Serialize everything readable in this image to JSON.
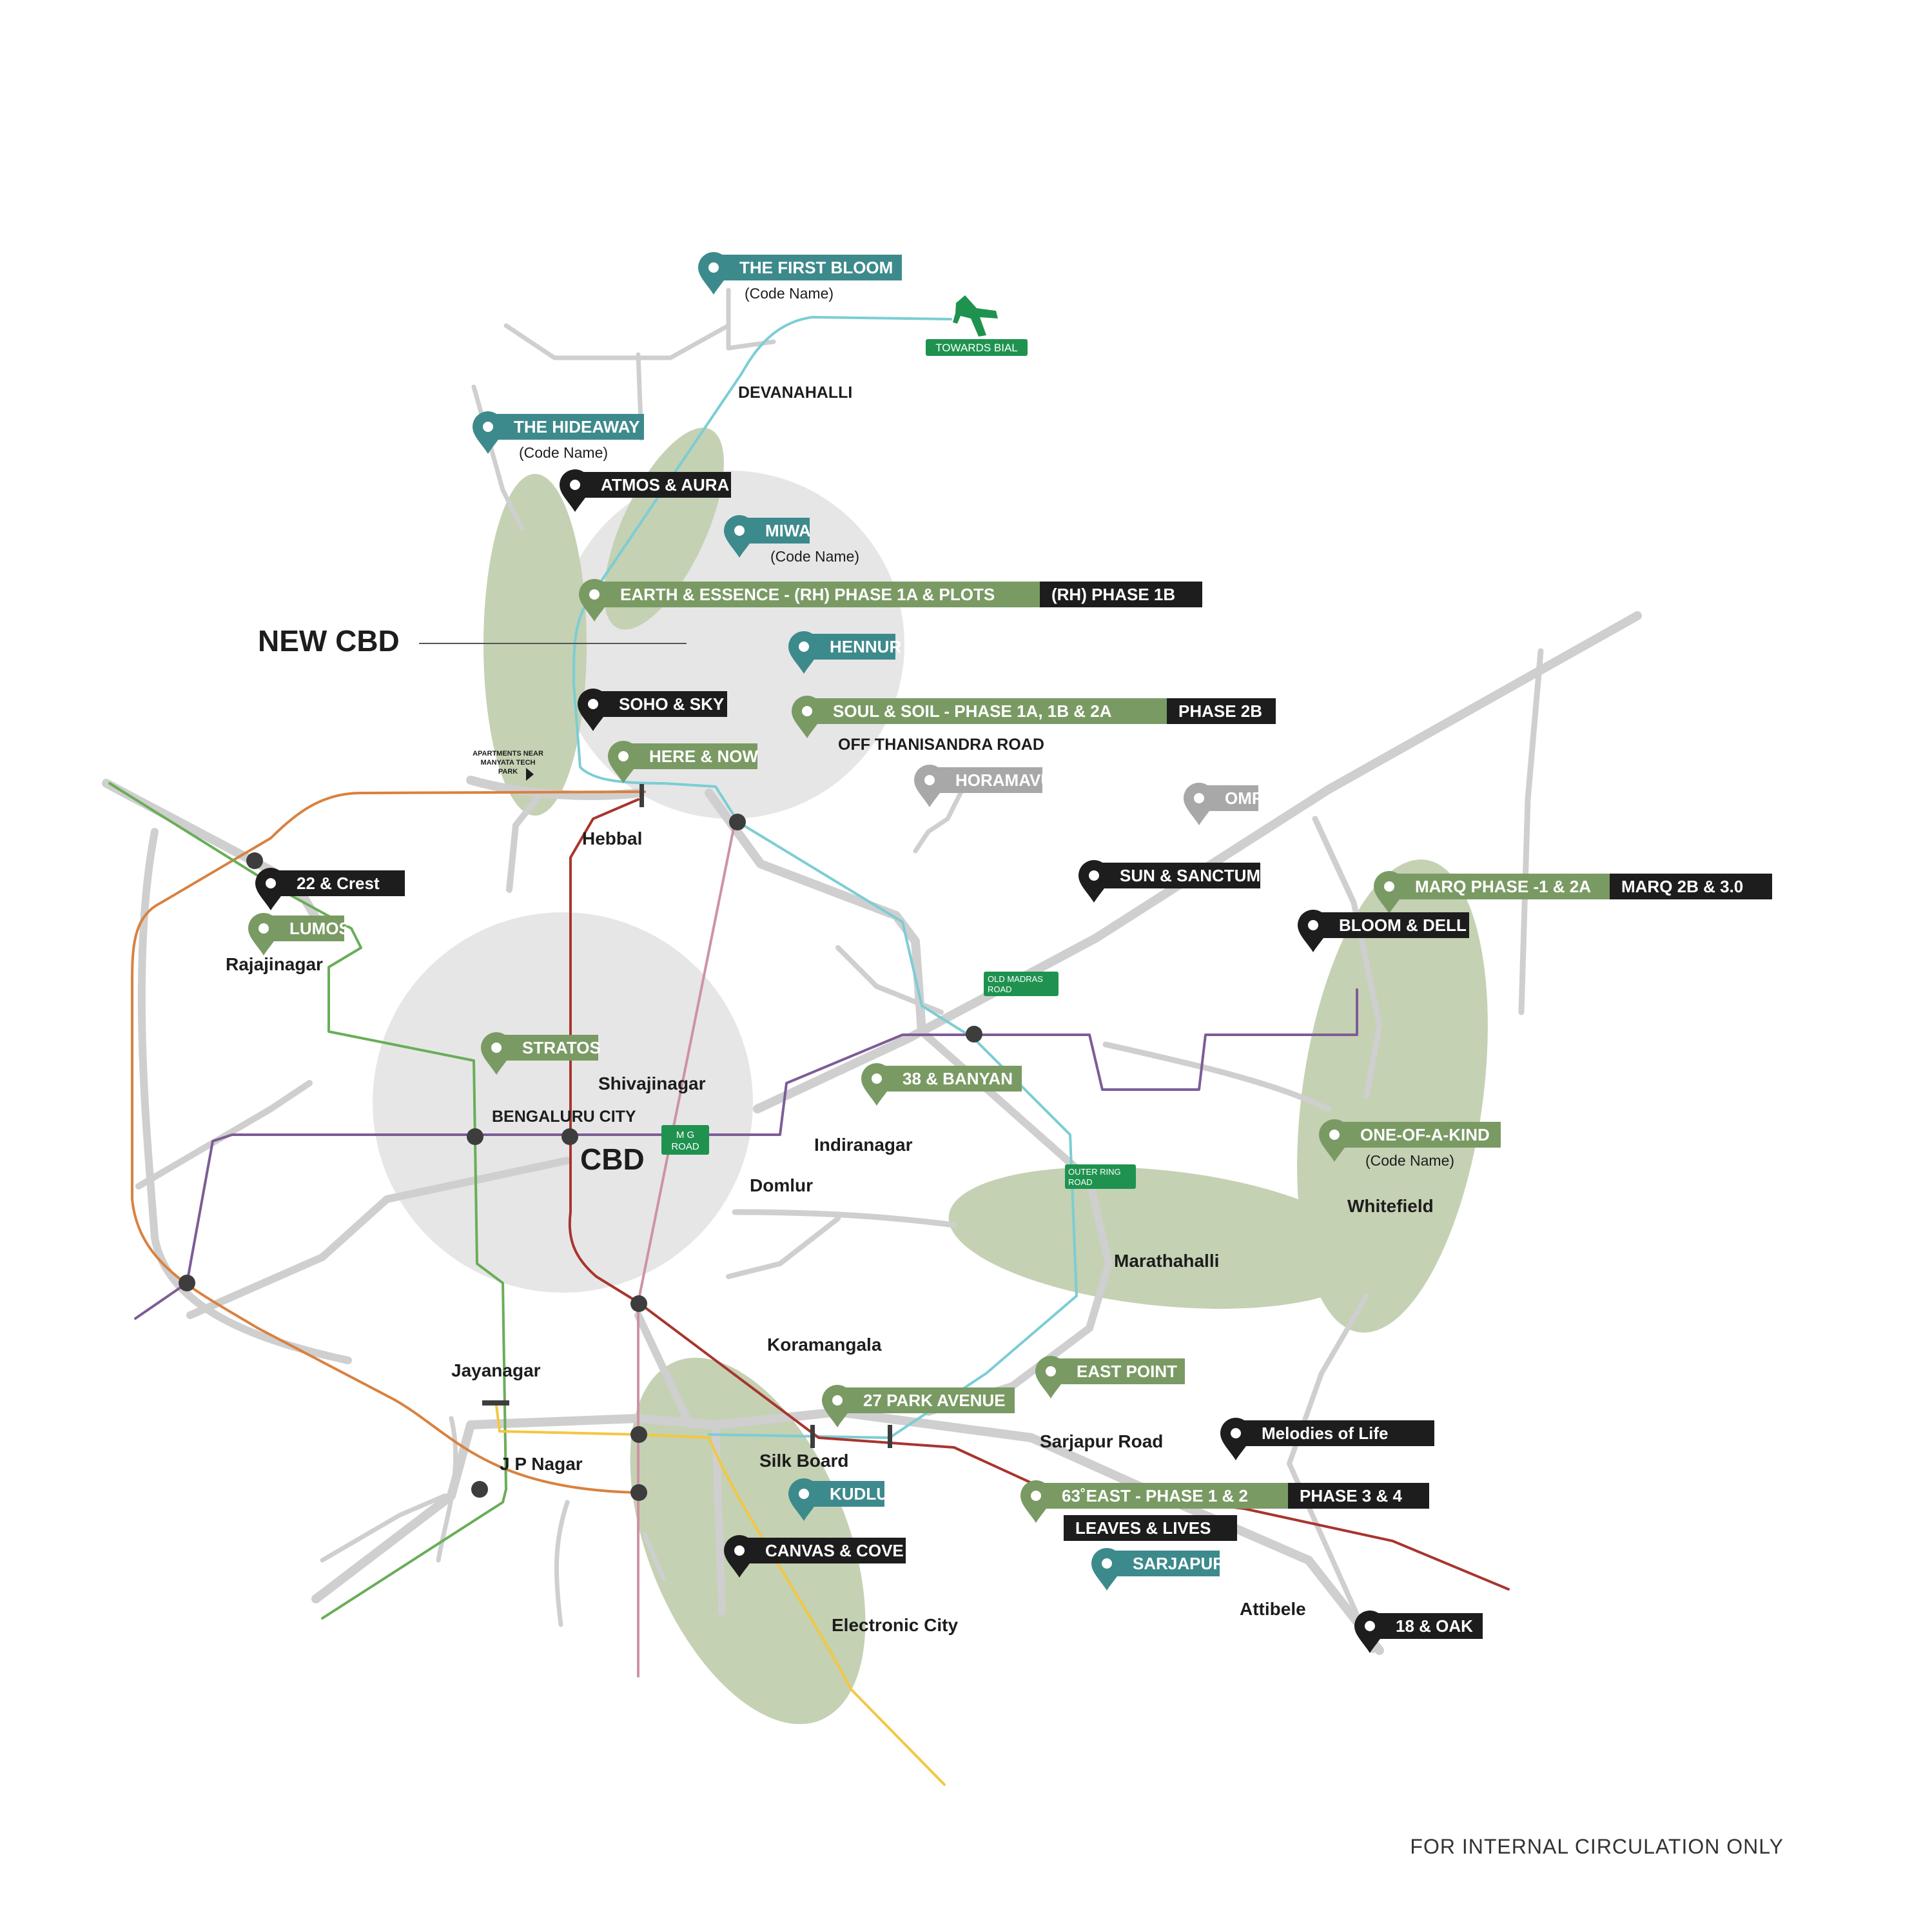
{
  "footer_note": "FOR INTERNAL CIRCULATION ONLY",
  "colors": {
    "teal": "#3d8a8d",
    "sage": "#7a9a64",
    "black": "#1d1d1d",
    "grey": "#a8a8a8",
    "zone": "#c4d1b3",
    "bubble": "#e6e6e6",
    "road": "#cfcfcf",
    "metro_cyan": "#7ccdd4",
    "metro_orange": "#d9813f",
    "metro_green": "#6aad58",
    "metro_red": "#a8352e",
    "metro_purple": "#7d5c96",
    "metro_pink": "#cd93a3",
    "metro_yellow": "#f2c743",
    "sign_green": "#1f9250"
  },
  "zones": {
    "new_cbd": "NEW CBD",
    "cbd": "CBD"
  },
  "airport": {
    "icon": "airplane-icon",
    "label": "TOWARDS BIAL"
  },
  "road_signs": {
    "mg_road": [
      "M G",
      "ROAD"
    ],
    "old_madras": [
      "OLD MADRAS",
      "ROAD"
    ],
    "outer_ring": [
      "OUTER RING",
      "ROAD"
    ]
  },
  "manyata": [
    "APARTMENTS NEAR",
    "MANYATA TECH",
    "PARK"
  ],
  "places": [
    {
      "text": "DEVANAHALLI",
      "style": "caps"
    },
    {
      "text": "OFF THANISANDRA ROAD",
      "style": "caps"
    },
    {
      "text": "Hebbal"
    },
    {
      "text": "Rajajinagar"
    },
    {
      "text": "Shivajinagar"
    },
    {
      "text": "BENGALURU CITY",
      "style": "caps"
    },
    {
      "text": "Indiranagar"
    },
    {
      "text": "Domlur"
    },
    {
      "text": "Marathahalli"
    },
    {
      "text": "Whitefield"
    },
    {
      "text": "Koramangala"
    },
    {
      "text": "Jayanagar"
    },
    {
      "text": "J P Nagar"
    },
    {
      "text": "Silk Board"
    },
    {
      "text": "Sarjapur Road"
    },
    {
      "text": "Electronic City"
    },
    {
      "text": "Attibele"
    }
  ],
  "projects": [
    {
      "name": "THE FIRST BLOOM",
      "color": "teal",
      "note": "(Code Name)"
    },
    {
      "name": "THE HIDEAWAY",
      "color": "teal",
      "note": "(Code Name)"
    },
    {
      "name": "ATMOS & AURA",
      "color": "black"
    },
    {
      "name": "MIWA",
      "color": "teal",
      "note": "(Code Name)"
    },
    {
      "name": "EARTH & ESSENCE - (RH) PHASE 1A & PLOTS",
      "color": "sage",
      "extra": "(RH) PHASE 1B"
    },
    {
      "name": "HENNUR",
      "color": "teal"
    },
    {
      "name": "SOHO & SKY",
      "color": "black"
    },
    {
      "name": "SOUL & SOIL - PHASE 1A, 1B & 2A",
      "color": "sage",
      "extra": "PHASE 2B"
    },
    {
      "name": "HERE & NOW",
      "color": "sage"
    },
    {
      "name": "HORAMAVU",
      "color": "grey"
    },
    {
      "name": "OMR",
      "color": "grey"
    },
    {
      "name": "SUN & SANCTUM",
      "color": "black"
    },
    {
      "name": "MARQ PHASE -1 & 2A",
      "color": "sage",
      "extra": "MARQ 2B & 3.0"
    },
    {
      "name": "BLOOM & DELL",
      "color": "black"
    },
    {
      "name": "22 & Crest",
      "color": "black"
    },
    {
      "name": "LUMOS",
      "color": "sage"
    },
    {
      "name": "STRATOS",
      "color": "sage"
    },
    {
      "name": "38 & BANYAN",
      "color": "sage"
    },
    {
      "name": "ONE-OF-A-KIND",
      "color": "sage",
      "note": "(Code Name)"
    },
    {
      "name": "EAST POINT",
      "color": "sage"
    },
    {
      "name": "27 PARK AVENUE",
      "color": "sage"
    },
    {
      "name": "Melodies of Life",
      "color": "black"
    },
    {
      "name": "KUDLU",
      "color": "teal"
    },
    {
      "name": "63˚EAST - PHASE 1 & 2",
      "color": "sage",
      "extra": "PHASE 3 & 4"
    },
    {
      "name": "LEAVES & LIVES",
      "color": "black",
      "nopin": true
    },
    {
      "name": "CANVAS & COVE",
      "color": "black"
    },
    {
      "name": "SARJAPUR",
      "color": "teal"
    },
    {
      "name": "18 & OAK",
      "color": "black"
    }
  ]
}
